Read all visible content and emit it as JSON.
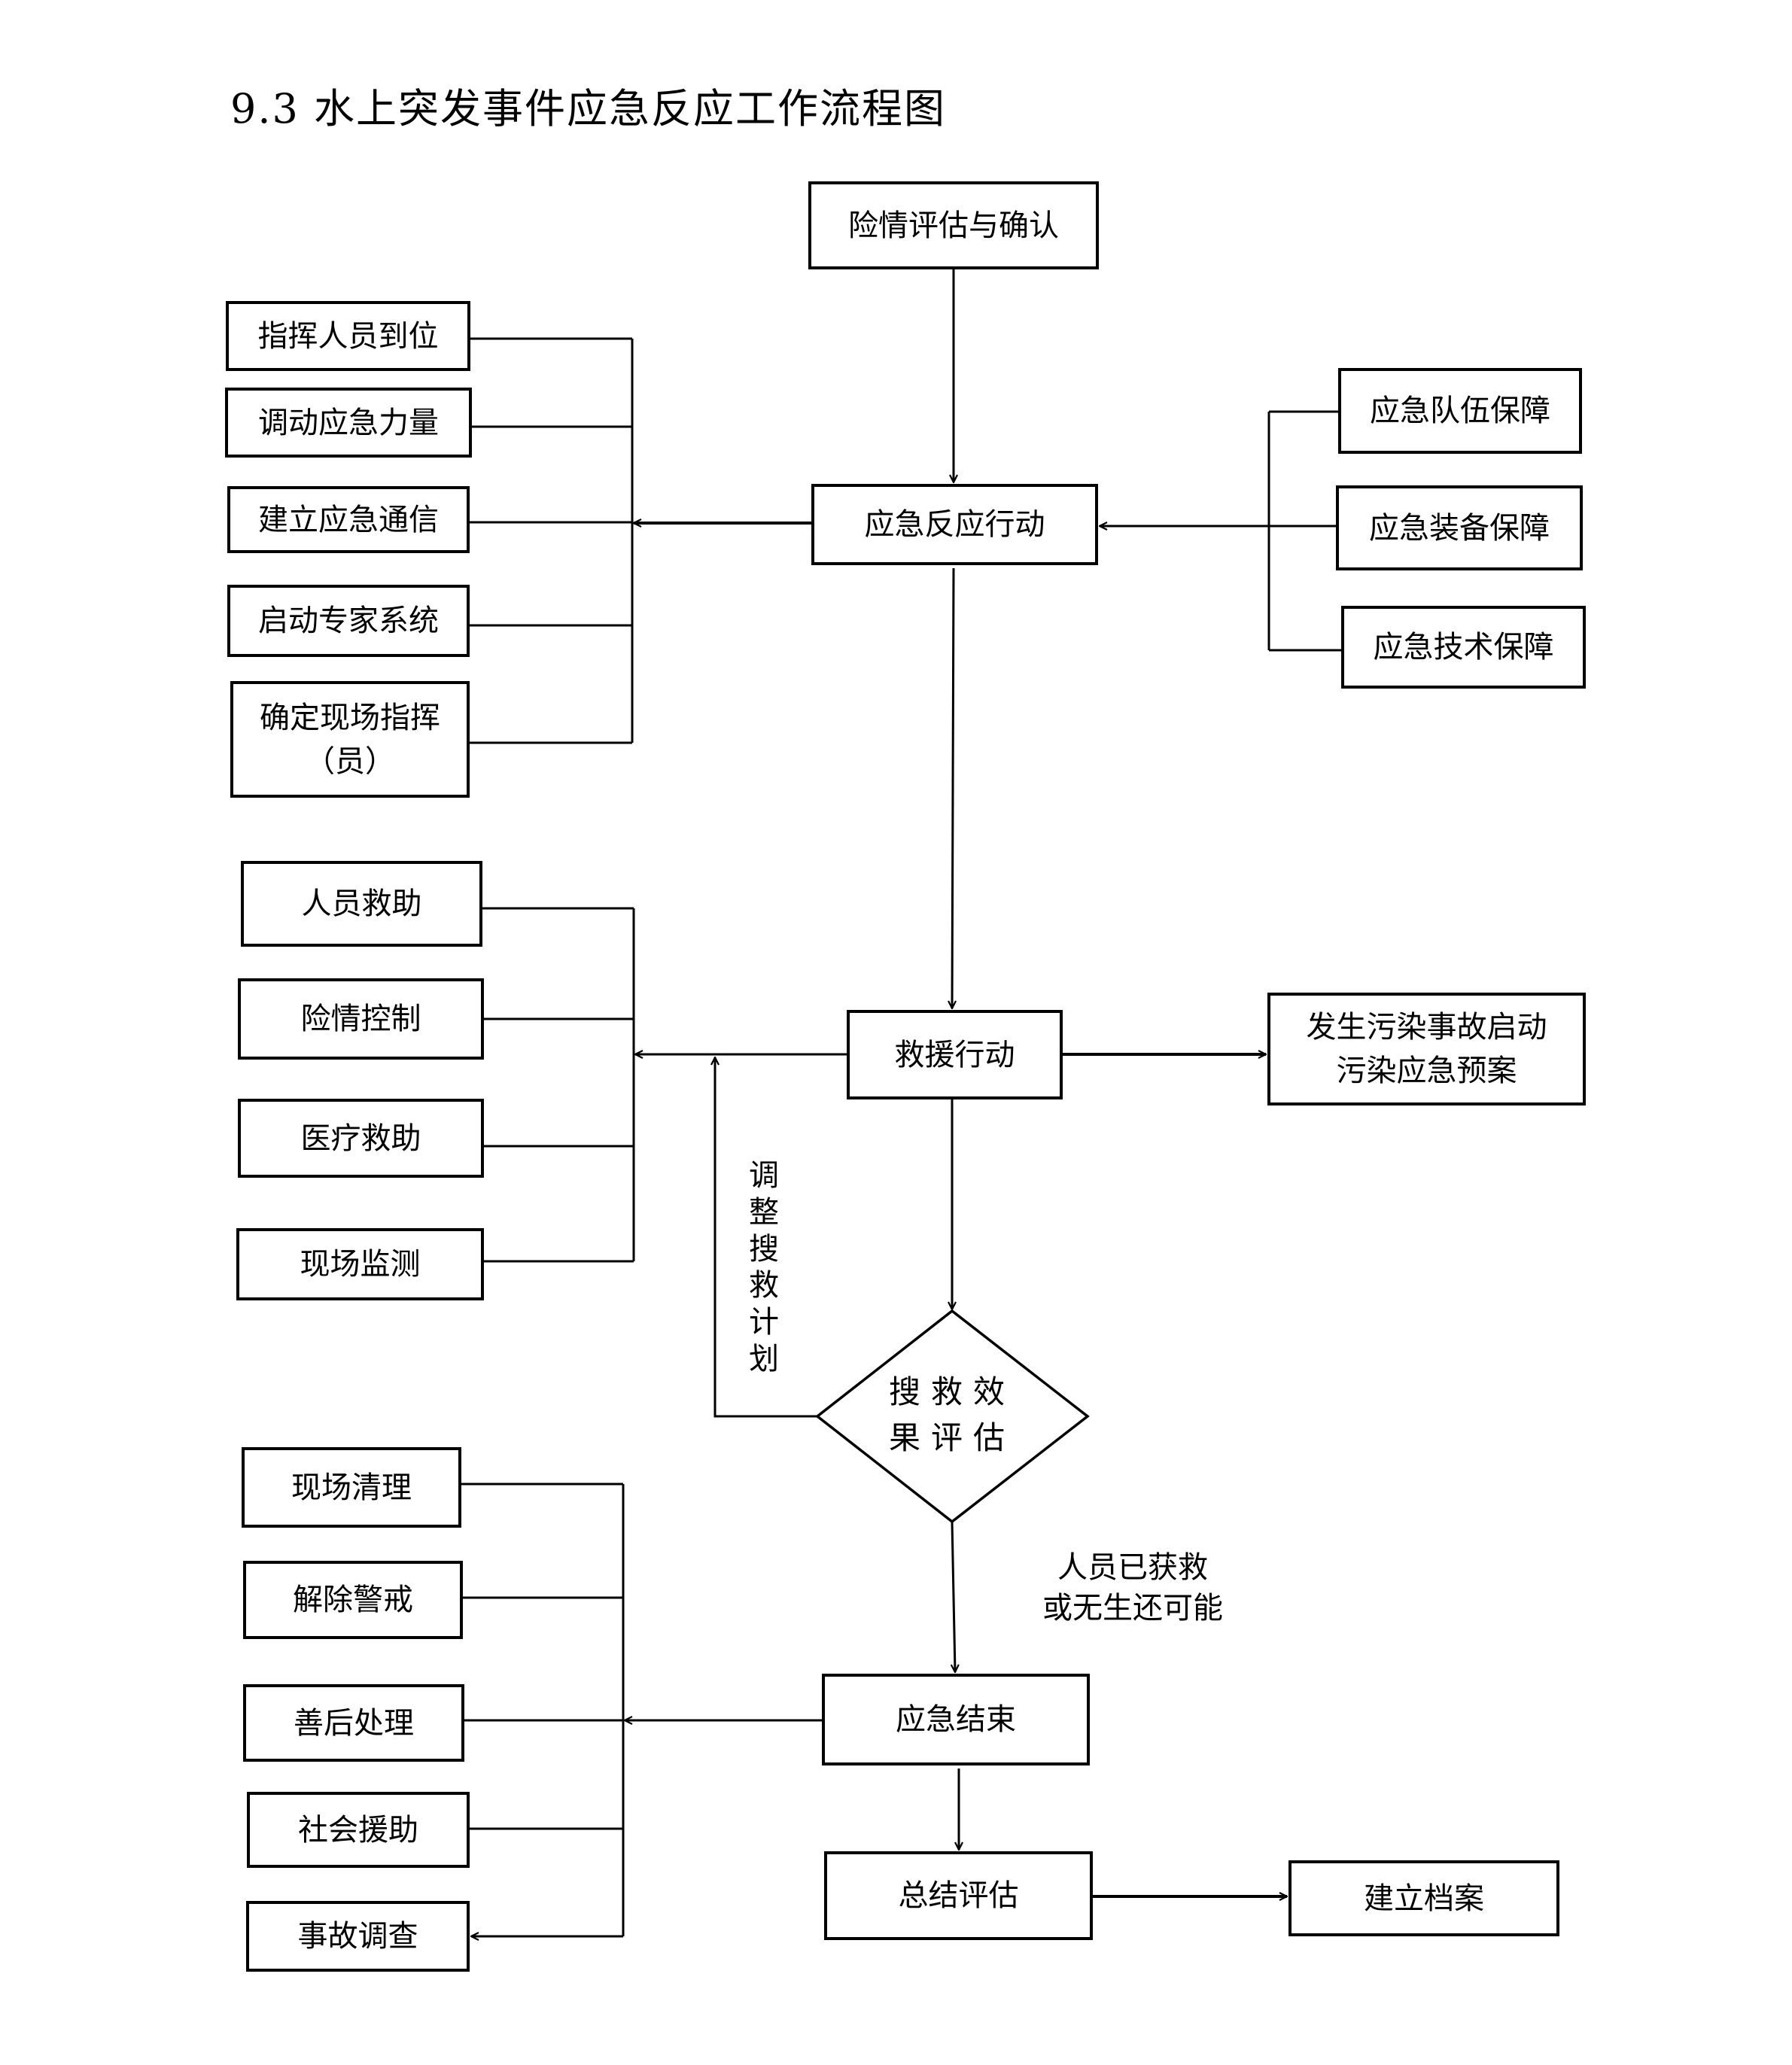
{
  "title": "9.3  水上突发事件应急反应工作流程图",
  "nodes": {
    "danger_assessment": "险情评估与确认",
    "emergency_response": "应急反应行动",
    "rescue_action": "救援行动",
    "search_evaluation": "搜救效\n果评估",
    "emergency_end": "应急结束",
    "summary_evaluation": "总结评估",
    "build_archive": "建立档案",
    "pollution_plan": "发生污染事故启动\n污染应急预案"
  },
  "response_actions": [
    "指挥人员到位",
    "调动应急力量",
    "建立应急通信",
    "启动专家系统",
    "确定现场指挥\n（员）"
  ],
  "support_items": [
    "应急队伍保障",
    "应急装备保障",
    "应急技术保障"
  ],
  "rescue_items": [
    "人员救助",
    "险情控制",
    "医疗救助",
    "现场监测"
  ],
  "closing_items": [
    "现场清理",
    "解除警戒",
    "善后处理",
    "社会援助",
    "事故调查"
  ],
  "edge_labels": {
    "adjust_plan": "调整搜救计划",
    "rescued_or_no_survival": "人员已获救\n或无生还可能"
  },
  "colors": {
    "line": "#000000",
    "background": "#ffffff"
  }
}
